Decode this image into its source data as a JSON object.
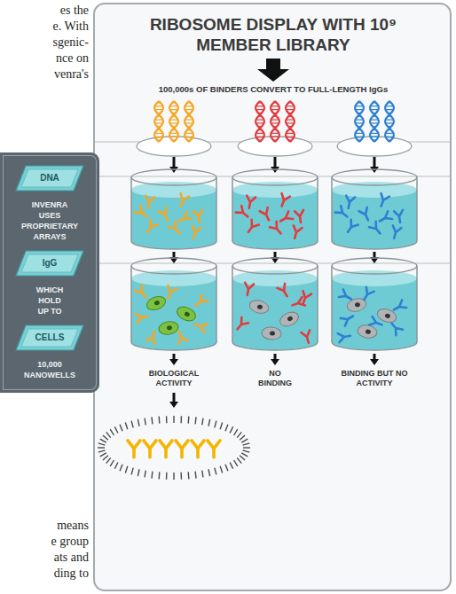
{
  "diagram": {
    "title": "RIBOSOME DISPLAY WITH 10⁹ MEMBER LIBRARY",
    "nodes": [
      {
        "text": [
          "INVENRA USES PROPRIETARY ARRAYS",
          "WHICH HOLD UP TO",
          "10,000 NANOWELLS"
        ]
      },
      {
        "text": [
          "DNA"
        ],
        "in": 0
      },
      {
        "text": [
          "IgG"
        ],
        "in": 0
      },
      {
        "text": [
          "CELLS"
        ],
        "in": 0
      }
    ],
    "labels": [
      "es the",
      "e. With",
      "sgenic-",
      "nce on",
      "venra's",
      "100,000s OF BINDERS CONVERT TO FULL-LENGTH IgGs",
      "BIOLOGICAL ACTIVITY",
      "NO BINDING",
      "BINDING BUT NO ACTIVITY",
      "means",
      "e group",
      "ats and",
      "ding to"
    ]
  }
}
